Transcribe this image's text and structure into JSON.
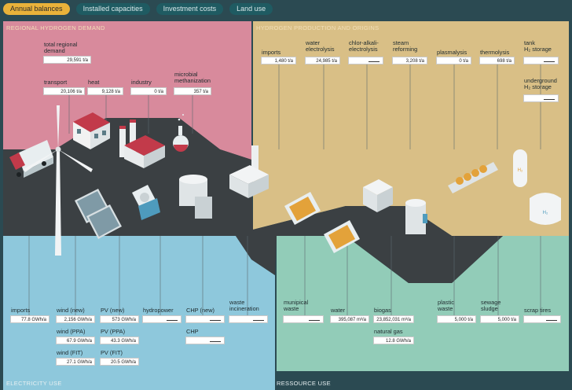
{
  "tabs": [
    "Annual balances",
    "Installed capacities",
    "Investment costs",
    "Land use"
  ],
  "sections": {
    "demand": "REGIONAL HYDROGEN DEMAND",
    "production": "HYDROGEN PRODUCTION AND ORIGINS",
    "electricity": "ELECTRICITY USE",
    "resource": "RESSOURCE USE"
  },
  "demand": {
    "total": {
      "label": "total regional\ndemand",
      "value": "29,591 t/a"
    },
    "transport": {
      "label": "transport",
      "value": "20,106 t/a"
    },
    "heat": {
      "label": "heat",
      "value": "9,128 t/a"
    },
    "industry": {
      "label": "industry",
      "value": "0 t/a"
    },
    "microbial": {
      "label": "microbial\nmethanization",
      "value": "357 t/a"
    }
  },
  "production": {
    "imports": {
      "label": "imports",
      "value": "1,480 t/a"
    },
    "water_electrolysis": {
      "label": "water\nelectrolysis",
      "value": "24,985 t/a"
    },
    "chlor_alkali": {
      "label": "chlor-alkali-\nelectrolysis",
      "value": ""
    },
    "steam_reforming": {
      "label": "steam\nreforming",
      "value": "3,208 t/a"
    },
    "plasmalysis": {
      "label": "plasmalysis",
      "value": "0 t/a"
    },
    "thermolysis": {
      "label": "thermolysis",
      "value": "698 t/a"
    },
    "tank_storage": {
      "label": "tank\nH₂ storage",
      "value": ""
    },
    "underground_storage": {
      "label": "underground\nH₂ storage",
      "value": ""
    }
  },
  "electricity": {
    "imports": {
      "label": "imports",
      "value": "77.8 GWh/a"
    },
    "wind_new": {
      "label": "wind (new)",
      "value": "2,156 GWh/a"
    },
    "wind_ppa": {
      "label": "wind (PPA)",
      "value": "67.9 GWh/a"
    },
    "wind_fit": {
      "label": "wind (FIT)",
      "value": "27.1 GWh/a"
    },
    "pv_new": {
      "label": "PV (new)",
      "value": "573 GWh/a"
    },
    "pv_ppa": {
      "label": "PV (PPA)",
      "value": "43.3 GWh/a"
    },
    "pv_fit": {
      "label": "PV (FIT)",
      "value": "20.5 GWh/a"
    },
    "hydropower": {
      "label": "hydropower",
      "value": ""
    },
    "chp_new": {
      "label": "CHP (new)",
      "value": ""
    },
    "chp": {
      "label": "CHP",
      "value": ""
    },
    "waste_incineration": {
      "label": "waste\nincineration",
      "value": ""
    }
  },
  "resource": {
    "municipal_waste": {
      "label": "munipical\nwaste",
      "value": ""
    },
    "water": {
      "label": "water",
      "value": "395,087 m³/a"
    },
    "biogas": {
      "label": "biogas",
      "value": "23,852,031 m³/a"
    },
    "natural_gas": {
      "label": "natural gas",
      "value": "12.8 GWh/a"
    },
    "plastic_waste": {
      "label": "plastic\nwaste",
      "value": "5,000 t/a"
    },
    "sewage_sludge": {
      "label": "sewage\nsludge",
      "value": "5,000 t/a"
    },
    "scrap_tires": {
      "label": "scrap tires",
      "value": ""
    }
  },
  "illustration": {
    "tank_h2": "H₂",
    "underground_h2": "H₂"
  },
  "colors": {
    "pink": "#d88a9c",
    "sand": "#d9bf86",
    "blue": "#8ec8dc",
    "mint": "#92ccb8",
    "dark": "#3b4043",
    "accent": "#e9b23a"
  }
}
